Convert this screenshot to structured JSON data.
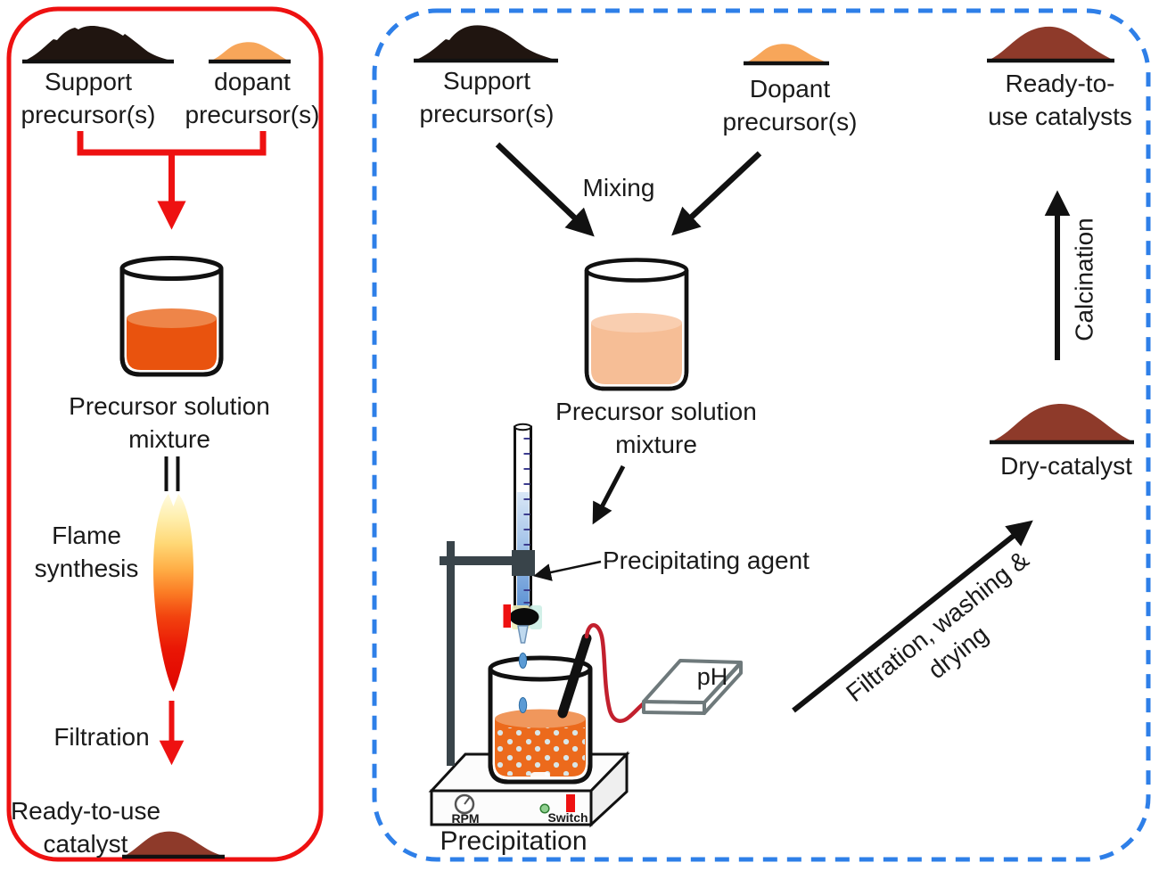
{
  "colors": {
    "red_accent": "#EE1111",
    "blue_dashed_border": "#2E7FE8",
    "powder_black": "#201510",
    "powder_orange": "#F7A65A",
    "powder_brown": "#8E3A2A",
    "solution_strong_orange": "#E9530E",
    "solution_peach": "#F6BE96",
    "precipitate_orange": "#EC6A1C",
    "burette_liquid_blue": "#6FA0D8",
    "cable_red": "#C2202E"
  },
  "left_panel": {
    "support_precursor_label": "Support\nprecursor(s)",
    "dopant_precursor_label": "dopant\nprecursor(s)",
    "solution_label": "Precursor solution\nmixture",
    "flame_label": "Flame\nsynthesis",
    "filtration_label": "Filtration",
    "product_label": "Ready-to-use\ncatalyst"
  },
  "right_panel": {
    "support_precursor_label": "Support\nprecursor(s)",
    "dopant_precursor_label": "Dopant\nprecursor(s)",
    "mixing_label": "Mixing",
    "solution_label": "Precursor solution\nmixture",
    "precipitating_agent_label": "Precipitating agent",
    "precipitation_label": "Precipitation",
    "stirrer": {
      "rpm_label": "RPM",
      "switch_label": "Switch"
    },
    "ph_meter_label": "pH",
    "filtration_label": "Filtration, washing &\ndrying",
    "dry_catalyst_label": "Dry-catalyst",
    "calcination_label": "Calcination",
    "product_label": "Ready-to-\nuse catalysts"
  }
}
